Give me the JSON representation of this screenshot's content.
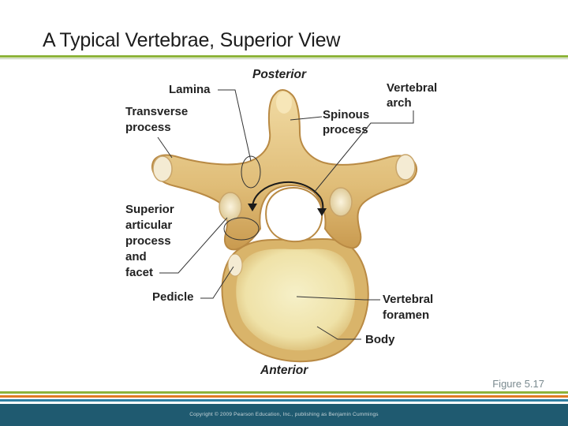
{
  "slide": {
    "title": "A Typical Vertebrae, Superior View",
    "figure_ref": "Figure 5.17",
    "copyright": "Copyright © 2009 Pearson Education, Inc., publishing as Benjamin Cummings"
  },
  "diagram": {
    "orientation_top": "Posterior",
    "orientation_bottom": "Anterior",
    "labels": {
      "lamina": "Lamina",
      "transverse_process_1": "Transverse",
      "transverse_process_2": "process",
      "spinous_process_1": "Spinous",
      "spinous_process_2": "process",
      "vertebral_arch_1": "Vertebral",
      "vertebral_arch_2": "arch",
      "superior_articular_1": "Superior",
      "superior_articular_2": "articular",
      "superior_articular_3": "process",
      "superior_articular_4": "and",
      "superior_articular_5": "facet",
      "pedicle": "Pedicle",
      "vertebral_foramen_1": "Vertebral",
      "vertebral_foramen_2": "foramen",
      "body": "Body"
    }
  },
  "colors": {
    "bone": "#e6c98a",
    "bone_dark": "#c79a4e",
    "body_inner": "#f3ecc0",
    "rule_green": "#8db33a",
    "rule_orange": "#e07b25",
    "rule_blue": "#2f7fa1",
    "footer": "#1f5a70"
  }
}
